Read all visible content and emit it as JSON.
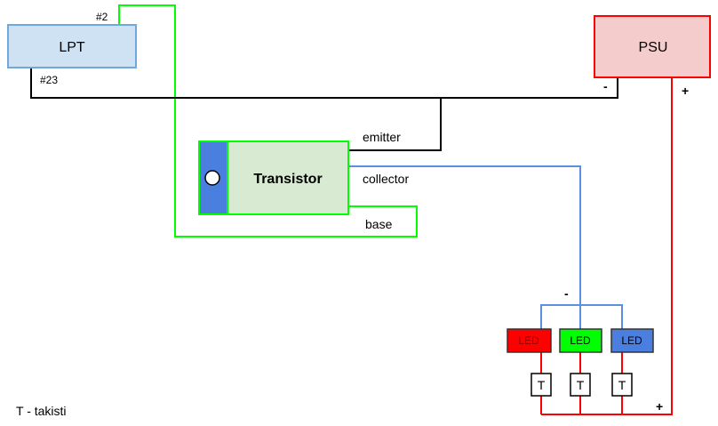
{
  "blocks": {
    "lpt": {
      "label": "LPT",
      "pin_data": "#2",
      "pin_ground": "#23"
    },
    "psu": {
      "label": "PSU",
      "minus": "-",
      "plus": "+"
    },
    "transistor": {
      "label": "Transistor",
      "emitter": "emitter",
      "collector": "collector",
      "base": "base"
    }
  },
  "led_group": {
    "minus": "-",
    "plus": "+",
    "leds": [
      {
        "label": "LED",
        "color": "#ff0000",
        "text_color": "#800000"
      },
      {
        "label": "LED",
        "color": "#00ff00",
        "text_color": "#000000"
      },
      {
        "label": "LED",
        "color": "#4a7fe0",
        "text_color": "#000000"
      }
    ],
    "resistor_label": "T"
  },
  "legend": {
    "text": "T - takisti"
  },
  "colors": {
    "data_wire": "#00ff00",
    "ground_wire": "#000000",
    "collector_wire": "#5b8fe0",
    "power_wire": "#ff0000",
    "lpt_fill": "#cfe2f3",
    "lpt_border": "#6fa8dc",
    "psu_fill": "#f4cccc",
    "psu_border": "#ff0000",
    "transistor_fill": "#d9ead3",
    "transistor_border": "#00ff00",
    "transistor_tab": "#4a7fe0"
  }
}
